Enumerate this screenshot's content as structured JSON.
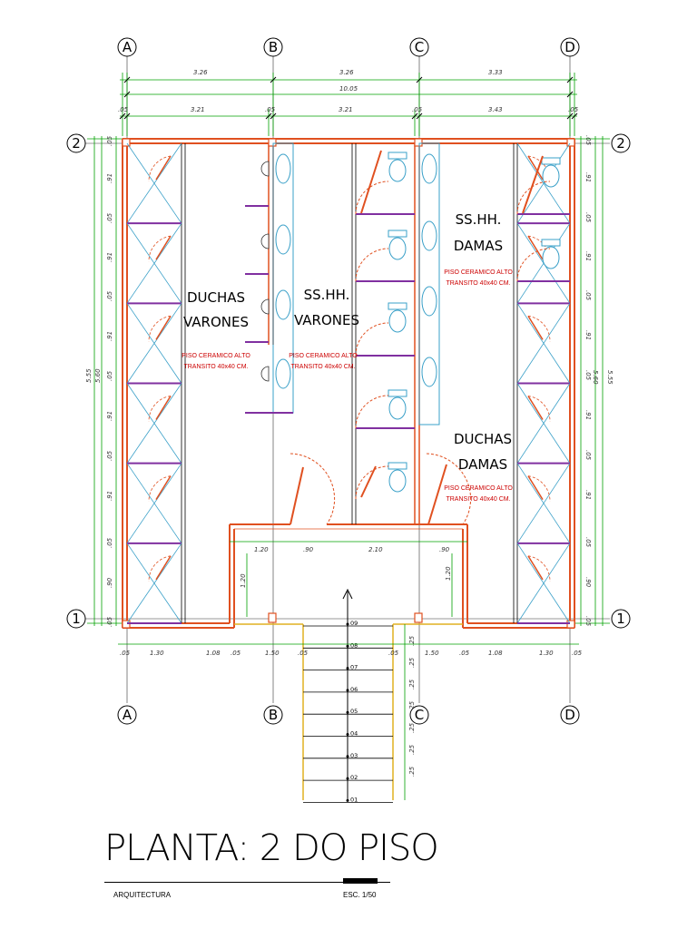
{
  "grid": {
    "columns": [
      "A",
      "B",
      "C",
      "D"
    ],
    "rows": [
      "2",
      "1"
    ]
  },
  "dimensions": {
    "top_row1": [
      "3.26",
      "3.26",
      "3.33"
    ],
    "top_total": "10.05",
    "top_row3": [
      ".05",
      "3.21",
      ".05",
      "3.21",
      ".05",
      "3.43",
      ".05"
    ],
    "left_outer": "5.55",
    "left_inner": "5.60",
    "right_outer": "5.55",
    "right_inner": "5.60",
    "side_segments": [
      ".05",
      ".91",
      ".05",
      ".91",
      ".05",
      ".91",
      ".05",
      ".91",
      ".05",
      ".91",
      ".05",
      ".90",
      ".05"
    ],
    "bottom": [
      ".05",
      "1.30",
      "1.08",
      ".05",
      "1.50",
      ".05",
      ".05",
      "1.50",
      ".05",
      "1.08",
      "1.30",
      ".05"
    ],
    "hall_dims": [
      "1.20",
      ".90",
      "2.10",
      ".90"
    ],
    "hall_vert": [
      "1.20",
      "1.20"
    ],
    "stair_treads": [
      ".25",
      ".25",
      ".25",
      ".25",
      ".25",
      ".25",
      ".25"
    ]
  },
  "rooms": [
    {
      "lines": [
        "DUCHAS",
        "VARONES"
      ],
      "floor": [
        "PISO CERAMICO ALTO",
        "TRANSITO 40x40 CM."
      ]
    },
    {
      "lines": [
        "SS.HH.",
        "VARONES"
      ],
      "floor": [
        "PISO CERAMICO ALTO",
        "TRANSITO 40x40 CM."
      ]
    },
    {
      "lines": [
        "SS.HH.",
        "DAMAS"
      ],
      "floor": [
        "PISO CERAMICO ALTO",
        "TRANSITO 40x40 CM."
      ]
    },
    {
      "lines": [
        "DUCHAS",
        "DAMAS"
      ],
      "floor": [
        "PISO CERAMICO ALTO",
        "TRANSITO 40x40 CM."
      ]
    }
  ],
  "stairs": {
    "steps": [
      "09",
      "08",
      "07",
      "06",
      "05",
      "04",
      "03",
      "02",
      "01"
    ]
  },
  "title_block": {
    "title": "PLANTA: 2 DO PISO",
    "subtitle_left": "ARQUITECTURA",
    "subtitle_right": "ESC. 1/50"
  },
  "colors": {
    "wall": "#e05020",
    "dimension": "#00a000",
    "fixture": "#3aa0c8",
    "partition": "#8030a0",
    "stair": "#e0b020",
    "floor_note": "#cc0000"
  }
}
